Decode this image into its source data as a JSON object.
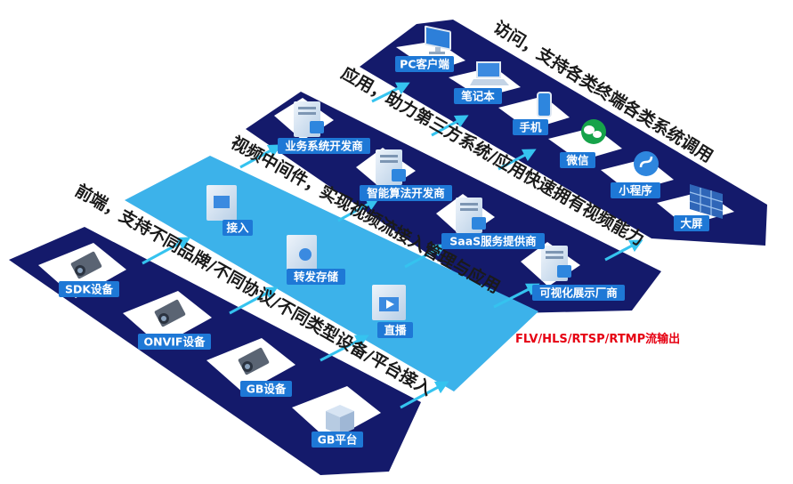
{
  "colors": {
    "navy": "#141a6b",
    "mid_band": "#3cb2ea",
    "label_bg": "#1e78d6",
    "arrow": "#35c3ef",
    "headline_text": "#1a1a1a",
    "output_text": "#e60012"
  },
  "layers": {
    "access": {
      "headline": "访问，支持各类终端各类系统调用",
      "items": [
        {
          "label": "PC客户端",
          "icon": "monitor-icon"
        },
        {
          "label": "笔记本",
          "icon": "laptop-icon"
        },
        {
          "label": "手机",
          "icon": "phone-icon"
        },
        {
          "label": "微信",
          "icon": "wechat-icon"
        },
        {
          "label": "小程序",
          "icon": "mini-program-icon"
        },
        {
          "label": "大屏",
          "icon": "video-wall-icon"
        }
      ]
    },
    "application": {
      "headline": "应用，助力第三方系统/应用快速拥有视频能力",
      "items": [
        {
          "label": "业务系统开发商",
          "icon": "server-icon"
        },
        {
          "label": "智能算法开发商",
          "icon": "server-icon"
        },
        {
          "label": "SaaS服务提供商",
          "icon": "server-icon"
        },
        {
          "label": "可视化展示厂商",
          "icon": "server-icon"
        }
      ]
    },
    "middleware": {
      "headline": "视频中间件，实现视频流接入管理与应用",
      "items": [
        {
          "label": "接入",
          "icon": "access-icon"
        },
        {
          "label": "转发存储",
          "icon": "storage-icon"
        },
        {
          "label": "直播",
          "icon": "live-icon"
        }
      ],
      "output": "FLV/HLS/RTSP/RTMP流输出"
    },
    "frontend": {
      "headline": "前端，支持不同品牌/不同协议/不同类型设备/平台接入",
      "items": [
        {
          "label": "SDK设备",
          "icon": "camera-icon"
        },
        {
          "label": "ONVIF设备",
          "icon": "camera-icon"
        },
        {
          "label": "GB设备",
          "icon": "camera-icon"
        },
        {
          "label": "GB平台",
          "icon": "platform-box-icon"
        }
      ]
    }
  }
}
